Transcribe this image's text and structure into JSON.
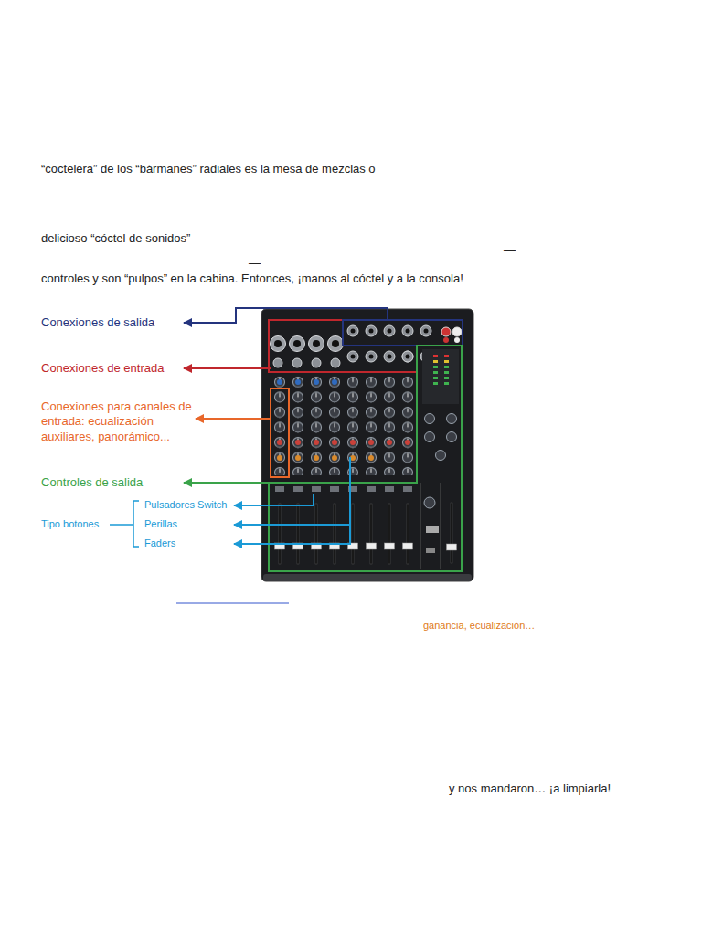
{
  "diagram": {
    "labels": [
      "“coctelera” de los “bármanes” radiales es la mesa de mezclas o",
      "delicioso “cóctel de sonidos”",
      "—",
      "—",
      "controles y son “pulpos” en la cabina. Entonces, ¡manos al cóctel y a la consola!",
      "Conexiones de salida",
      "Conexiones de entrada",
      "Conexiones para canales de entrada: ecualización auxiliares, panorámico...",
      "Controles de salida",
      "Tipo botones",
      "Pulsadores Switch",
      "Perillas",
      "Faders",
      "ganancia, ecualización…",
      "y nos mandaron… ¡a limpiarla!"
    ]
  }
}
